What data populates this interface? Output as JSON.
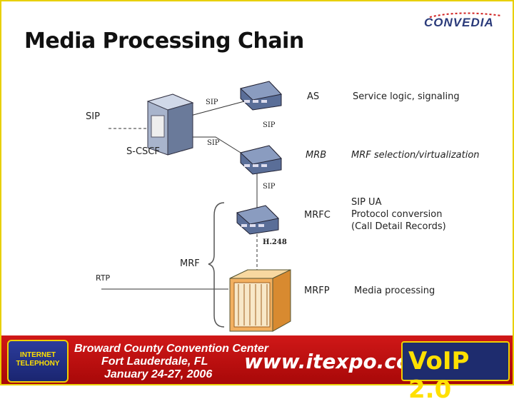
{
  "title": "Media Processing Chain",
  "logo": {
    "text": "CONVEDIA"
  },
  "labels": {
    "sip_left": "SIP",
    "sip_top": "SIP",
    "sip_mid": "SIP",
    "sip_lower": "SIP",
    "sip_mrb": "SIP",
    "h248": "H.248",
    "scscf": "S-CSCF",
    "mrf": "MRF",
    "rtp": "RTP"
  },
  "components": [
    {
      "name": "AS",
      "desc": "Service logic, signaling"
    },
    {
      "name": "MRB",
      "desc": "MRF selection/virtualization"
    },
    {
      "name": "MRFC",
      "desc": [
        "SIP UA",
        "Protocol conversion",
        "(Call Detail Records)"
      ]
    },
    {
      "name": "MRFP",
      "desc": "Media processing"
    }
  ],
  "banner": {
    "badge_lines": [
      "INTERNET",
      "TELEPHONY"
    ],
    "line1": "Broward County Convention Center",
    "line2": "Fort Lauderdale, FL",
    "line3": "January 24-27, 2006",
    "url": "www.itexpo.com",
    "voip": "VoIP 2.0"
  },
  "colors": {
    "border": "#e8d000",
    "banner_red": "#c01010",
    "device_blue": "#4a5e86",
    "mrfp_orange": "#f0a040"
  }
}
